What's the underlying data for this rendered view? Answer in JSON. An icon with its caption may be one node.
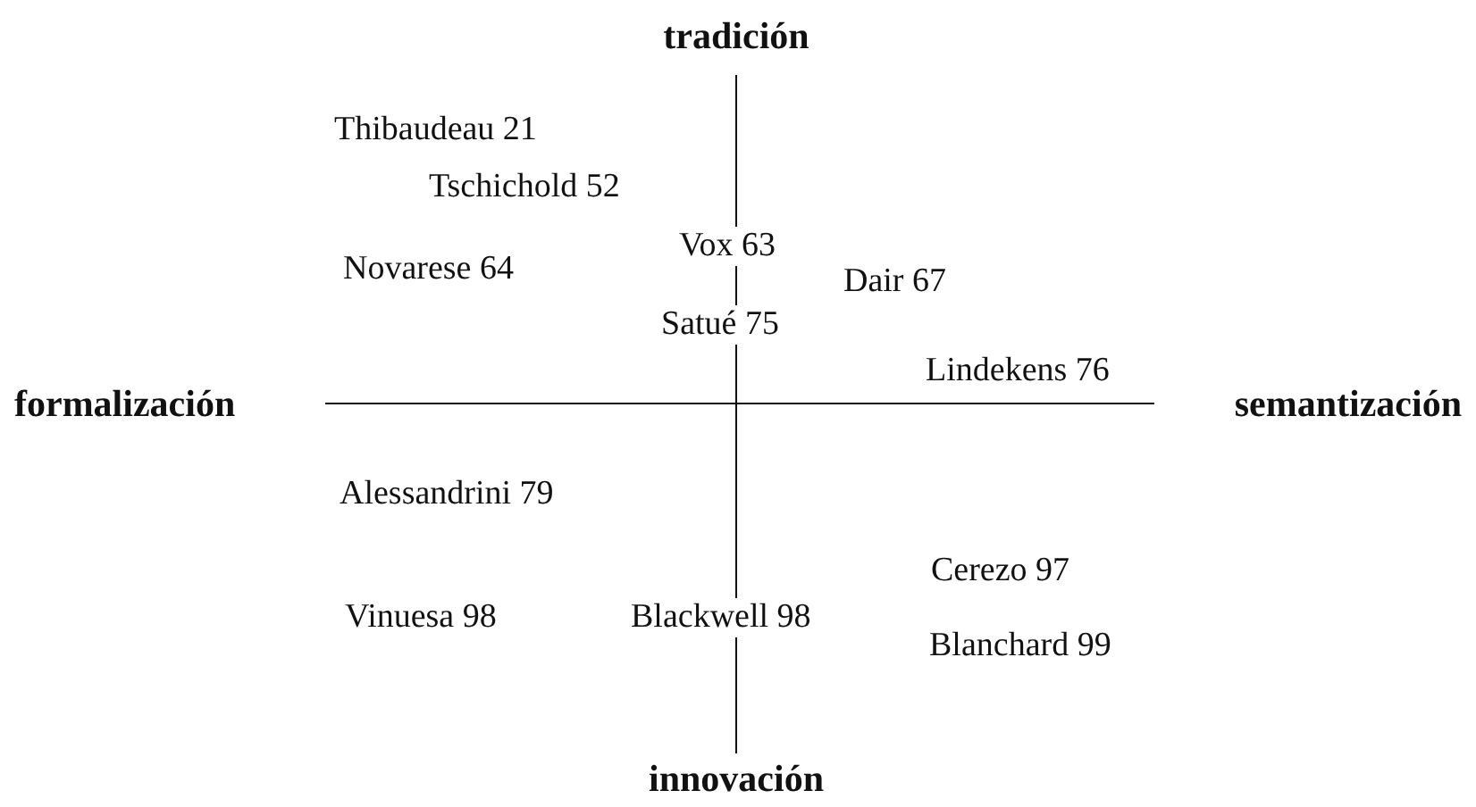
{
  "diagram": {
    "labels": [
      "tradición",
      "Thibaudeau 21",
      "Tschichold 52",
      "Vox 63",
      "Novarese 64",
      "Dair 67",
      "Satué 75",
      "Lindekens 76",
      "formalización",
      "semantización",
      "Alessandrini 79",
      "Cerezo 97",
      "Vinuesa 98",
      "Blackwell 98",
      "Blanchard 99",
      "innovación"
    ]
  }
}
